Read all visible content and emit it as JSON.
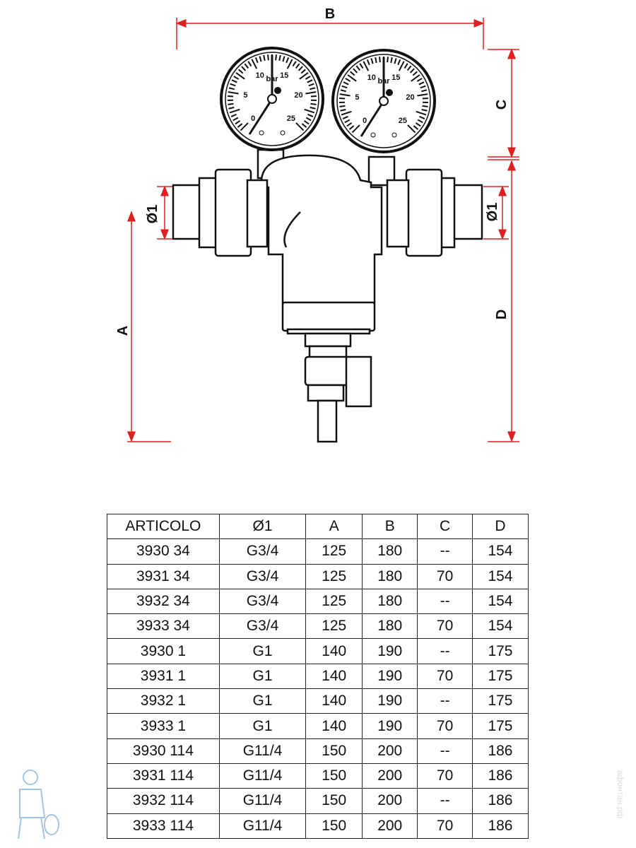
{
  "drawing": {
    "dimensions": {
      "A": "A",
      "B": "B",
      "C": "C",
      "D": "D",
      "d1_left": "Ø1",
      "d1_right": "Ø1"
    },
    "gauge": {
      "labels": [
        "0",
        "5",
        "10",
        "15",
        "20",
        "25"
      ],
      "unit": "bar"
    },
    "accent": "#e02020"
  },
  "table": {
    "headers": [
      "ARTICOLO",
      "Ø1",
      "A",
      "B",
      "C",
      "D"
    ],
    "rows": [
      [
        "3930 34",
        "G3/4",
        "125",
        "180",
        "--",
        "154"
      ],
      [
        "3931 34",
        "G3/4",
        "125",
        "180",
        "70",
        "154"
      ],
      [
        "3932 34",
        "G3/4",
        "125",
        "180",
        "--",
        "154"
      ],
      [
        "3933 34",
        "G3/4",
        "125",
        "180",
        "70",
        "154"
      ],
      [
        "3930 1",
        "G1",
        "140",
        "190",
        "--",
        "175"
      ],
      [
        "3931 1",
        "G1",
        "140",
        "190",
        "70",
        "175"
      ],
      [
        "3932 1",
        "G1",
        "140",
        "190",
        "--",
        "175"
      ],
      [
        "3933 1",
        "G1",
        "140",
        "190",
        "70",
        "175"
      ],
      [
        "3930 114",
        "G11/4",
        "150",
        "200",
        "--",
        "186"
      ],
      [
        "3931 114",
        "G11/4",
        "150",
        "200",
        "70",
        "186"
      ],
      [
        "3932 114",
        "G11/4",
        "150",
        "200",
        "--",
        "186"
      ],
      [
        "3933 114",
        "G11/4",
        "150",
        "200",
        "70",
        "186"
      ]
    ]
  },
  "watermark": "афонтан.рф"
}
